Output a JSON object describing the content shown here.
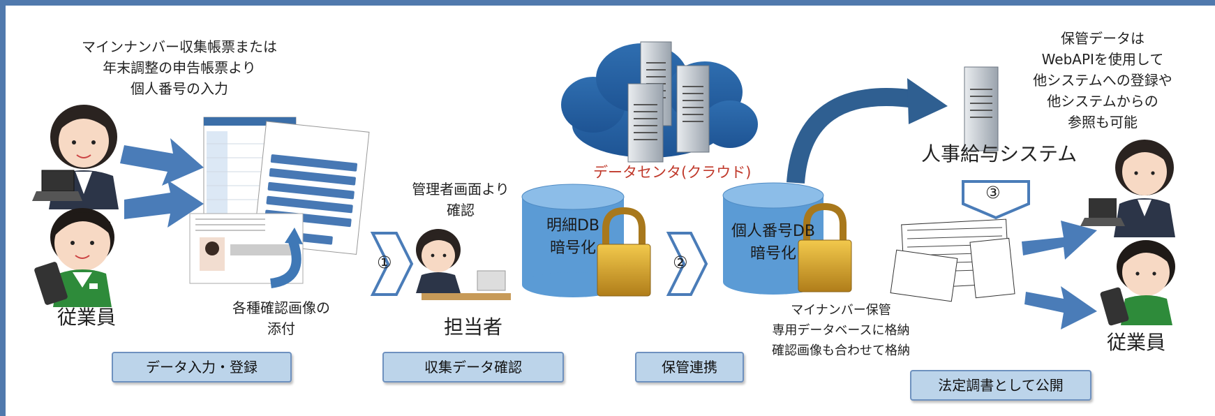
{
  "texts": {
    "input_note": "マインナンバー収集帳票または\n年末調整の申告帳票より\n個人番号の入力",
    "attach_note": "各種確認画像の\n添付",
    "employee_left": "従業員",
    "admin_note": "管理者画面より\n確認",
    "staff": "担当者",
    "datacenter": "データセンタ(クラウド)",
    "db1": "明細DB\n暗号化",
    "db2": "個人番号DB\n暗号化",
    "storage_note": "マイナンバー保管\n専用データベースに格納\n確認画像も合わせて格納",
    "hr_system": "人事給与システム",
    "webapi_note": "保管データは\nWebAPIを使用して\n他システムへの登録や\n他システムからの\n参照も可能",
    "employee_right": "従業員"
  },
  "steps": {
    "s1": "①",
    "s2": "②",
    "s3": "③"
  },
  "labels": {
    "input": "データ入力・登録",
    "confirm": "収集データ確認",
    "storage": "保管連携",
    "publish": "法定調書として公開"
  },
  "colors": {
    "frame": "#5079ad",
    "arrow": "#4a7cb8",
    "label_fill": "#bcd4ea",
    "db": "#5b9bd5",
    "datacenter_text": "#c0392b"
  }
}
